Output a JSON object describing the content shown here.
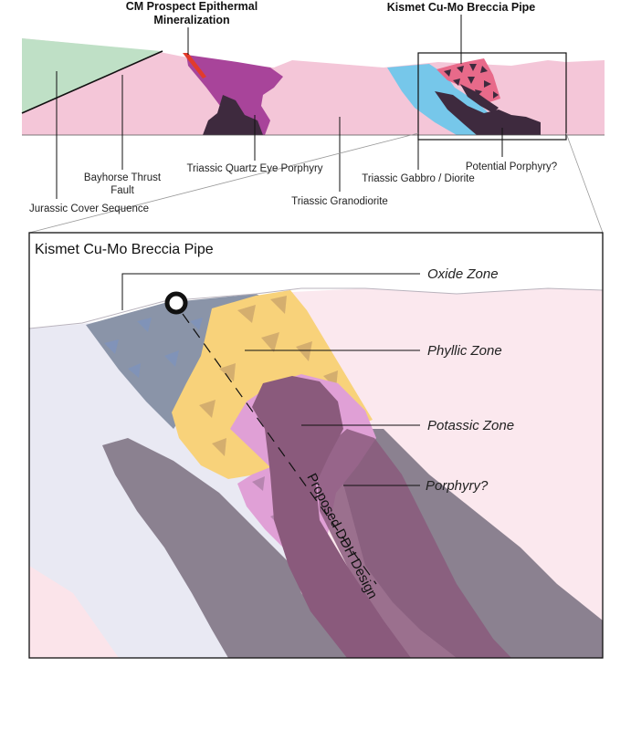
{
  "section_titles": {
    "cm_line1": "CM Prospect Epithermal",
    "cm_line2": "Mineralization",
    "kismet": "Kismet Cu-Mo Breccia Pipe"
  },
  "labels": {
    "jurassic": "Jurassic Cover Sequence",
    "bayhorse_line1": "Bayhorse Thrust",
    "bayhorse_line2": "Fault",
    "quartz_eye": "Triassic Quartz Eye Porphyry",
    "granodiorite": "Triassic Granodiorite",
    "gabbro": "Triassic Gabbro / Diorite",
    "potential_porphyry": "Potential Porphyry?"
  },
  "inset": {
    "title": "Kismet Cu-Mo Breccia Pipe",
    "zones": {
      "oxide": "Oxide Zone",
      "phyllic": "Phyllic Zone",
      "potassic": "Potassic Zone",
      "porphyry": "Porphyry?"
    },
    "ddh_label": "Proposed DDH Design"
  },
  "colors": {
    "granodiorite": "#f4c6d8",
    "jurassic": "#bfe0c6",
    "quartz_eye": "#a8449a",
    "gabbro": "#76c7ea",
    "porphyry": "#3e2a3e",
    "cm_red": "#e23b2b",
    "breccia": "#e86a8a",
    "inset_left": "#e9e9f3",
    "inset_right": "#fbe8ee",
    "oxide": "#8a94a8",
    "phyllic": "#f8d27a",
    "potassic": "#e0a0d6",
    "inset_porphyry": "#8a5a7c",
    "inset_gray": "#8b8190"
  }
}
